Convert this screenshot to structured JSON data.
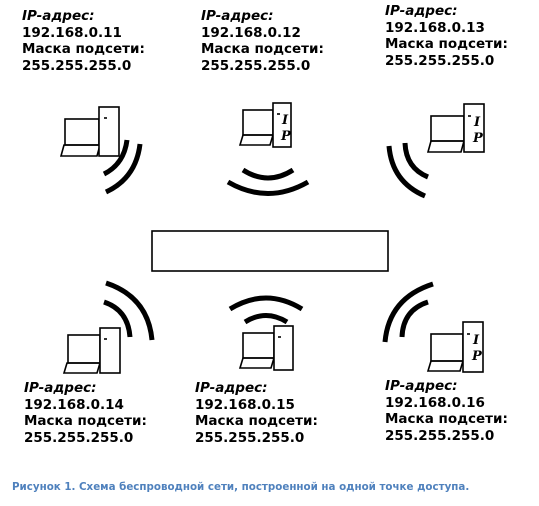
{
  "nodes": [
    {
      "ip_label": "IP-адрес:",
      "ip": "192.168.0.11",
      "mask_label": "Маска подсети:",
      "mask": "255.255.255.0",
      "tower_glyphs": ""
    },
    {
      "ip_label": "IP-адрес:",
      "ip": "192.168.0.12",
      "mask_label": "Маска подсети:",
      "mask": "255.255.255.0",
      "tower_glyphs": "I P"
    },
    {
      "ip_label": "IP-адрес:",
      "ip": "192.168.0.13",
      "mask_label": "Маска подсети:",
      "mask": "255.255.255.0",
      "tower_glyphs": "I P"
    },
    {
      "ip_label": "IP-адрес:",
      "ip": "192.168.0.14",
      "mask_label": "Маска подсети:",
      "mask": "255.255.255.0",
      "tower_glyphs": ""
    },
    {
      "ip_label": "IP-адрес:",
      "ip": "192.168.0.15",
      "mask_label": "Маска подсети:",
      "mask": "255.255.255.0",
      "tower_glyphs": ""
    },
    {
      "ip_label": "IP-адрес:",
      "ip": "192.168.0.16",
      "mask_label": "Маска подсети:",
      "mask": "255.255.255.0",
      "tower_glyphs": "I P"
    }
  ],
  "access_point_label": "",
  "caption": "Рисунок 1. Схема беспроводной сети, построенной на одной точке доступа.",
  "colors": {
    "stroke": "#000000",
    "caption": "#4f81bd",
    "background": "#ffffff"
  }
}
